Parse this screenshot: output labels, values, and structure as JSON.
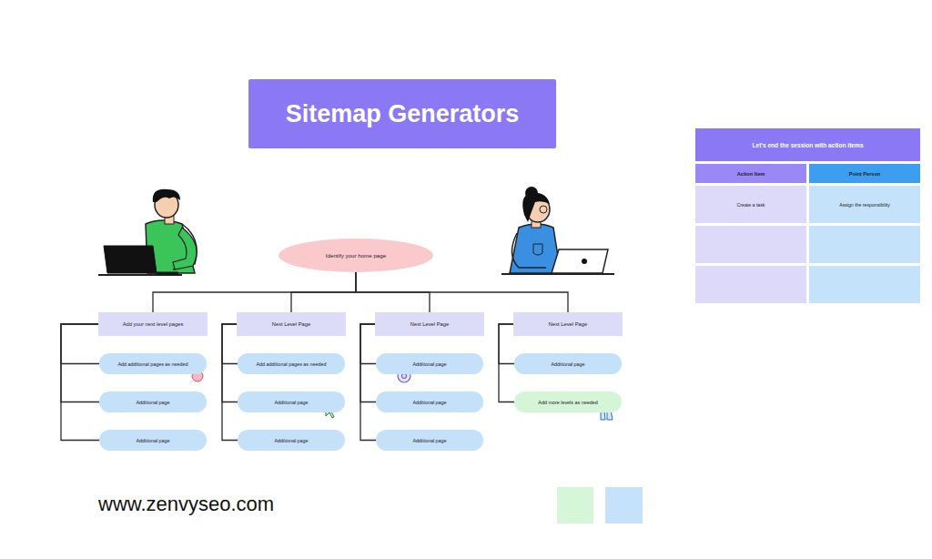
{
  "diagram": {
    "title": "Sitemap Generators",
    "nodes": [
      {
        "text": [
          "Identify your home page"
        ]
      },
      {
        "text": [
          "Add your next level pages"
        ]
      },
      {
        "text": [
          "Next Level Page"
        ]
      },
      {
        "text": [
          "Next Level Page"
        ]
      },
      {
        "text": [
          "Next Level Page"
        ]
      },
      {
        "text": [
          "Add additional pages as needed"
        ]
      },
      {
        "text": [
          "Additional page"
        ]
      },
      {
        "text": [
          "Additional page"
        ]
      },
      {
        "text": [
          "Add additional pages as needed"
        ]
      },
      {
        "text": [
          "Additional page"
        ]
      },
      {
        "text": [
          "Additional page"
        ]
      },
      {
        "text": [
          "Additional page"
        ]
      },
      {
        "text": [
          "Additional page"
        ]
      },
      {
        "text": [
          "Additional page"
        ]
      },
      {
        "text": [
          "Additional page"
        ]
      },
      {
        "text": [
          "Add more levels as needed"
        ]
      }
    ],
    "edges": [
      {
        "from": 0,
        "to": 1,
        "arrow": "none"
      },
      {
        "from": 0,
        "to": 2,
        "arrow": "none"
      },
      {
        "from": 0,
        "to": 3,
        "arrow": "none"
      },
      {
        "from": 0,
        "to": 4,
        "arrow": "none"
      },
      {
        "from": 1,
        "to": 5,
        "arrow": "none"
      },
      {
        "from": 1,
        "to": 6,
        "arrow": "none"
      },
      {
        "from": 1,
        "to": 7,
        "arrow": "none"
      },
      {
        "from": 2,
        "to": 8,
        "arrow": "none"
      },
      {
        "from": 2,
        "to": 9,
        "arrow": "none"
      },
      {
        "from": 2,
        "to": 10,
        "arrow": "none"
      },
      {
        "from": 3,
        "to": 11,
        "arrow": "none"
      },
      {
        "from": 3,
        "to": 12,
        "arrow": "none"
      },
      {
        "from": 3,
        "to": 13,
        "arrow": "none"
      },
      {
        "from": 4,
        "to": 14,
        "arrow": "none"
      },
      {
        "from": 4,
        "to": 15,
        "arrow": "none"
      }
    ],
    "labels": [
      "Let's end the session with action items",
      "Action Item",
      "Point Person",
      "Create a task",
      "Assign the responsibility",
      "www.zenvyseo.com"
    ]
  }
}
